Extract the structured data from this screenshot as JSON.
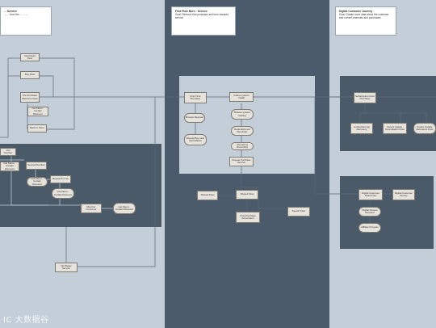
{
  "colors": {
    "light_lane": "#c3ced8",
    "dark_lane": "#4b5b6b",
    "panel_dark": "#4a5a69",
    "panel_light": "#c3ced8",
    "node_fill": "#e6e2dc",
    "wire": "#5a6a78",
    "wire_light": "#c9d3dc"
  },
  "lanes": [
    {
      "title": "... Service",
      "body": "... ... from the ... ... ..."
    },
    {
      "title": "Find Flow Burn · Service",
      "body": "Goal: Remove find purchase and form towards service"
    },
    {
      "title": "Digital Customer Journey",
      "body": "Goal: Create more data about the customer and current channels and purchases"
    }
  ],
  "nodes": {
    "download_flow": "Download Flow",
    "buy_flow": "Buy Flow",
    "pre_purchase_flow": "Pre Purchase Welcome Flow",
    "get_menu_1": "Get Menu · Certain Discount",
    "back_to_store": "Back to Store",
    "opt_number": "Opt Number",
    "get_menu_2": "Get Menu · Certain Discount",
    "second_number": "Second Number",
    "repeat_to_use": "Repeat To Use",
    "get_menu_3": "Get Menu · Certain Discount",
    "member_customer": "Member Customer",
    "get_menu_4": "Get Menu · Certain Discount",
    "not_buyer_service": "Not Buyer Service",
    "first_time_purchase": "First Time Purchase",
    "follow_system_install": "Follow system install",
    "browse_request": "Browse Request",
    "repeat_buy": "Repeat Buy near cancellation",
    "browse_system_loading": "Browse system loading",
    "replenishment_reminder": "Replenishment Reminder",
    "recurring_recording": "Recurring Recording",
    "repeat_purchase": "Repeat Purchase Service",
    "shared_flow": "Shared Flow",
    "shared_flow_2": "Shared Flow",
    "first_purchase_automation": "First Purchase Automation",
    "campaign_flow": "Search Flow",
    "subscription_flow": "Subscription Flow Purchase",
    "limited_energy": "Limited Energy Recovery",
    "future_update": "Future update Cancellation Flow",
    "future_update_2": "Future Update Reference Flow",
    "digital_customer_reach": "Digital Customer Reach Out",
    "digital_customer_survey": "Digital Customer Survey",
    "digital_review": "Digital Review Request",
    "affiliate_program": "Affiliate Program"
  },
  "watermark": "IC 大数据谷"
}
